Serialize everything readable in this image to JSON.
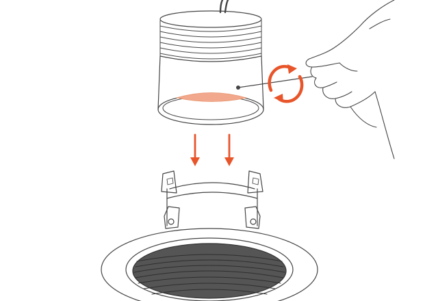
{
  "diagram": {
    "steps": [
      {
        "action": "rotate",
        "target": "light-module"
      },
      {
        "action": "insert",
        "target": "recessed-housing"
      }
    ],
    "icons": [
      "rotate-arrows-icon",
      "down-arrow-icon",
      "down-arrow-icon"
    ]
  },
  "colors": {
    "accent": "#e8552a",
    "lens": "#f2a88c",
    "outline": "#444444",
    "baffle": "#555555",
    "baffle_ridge": "#333333",
    "background": "#ffffff"
  }
}
